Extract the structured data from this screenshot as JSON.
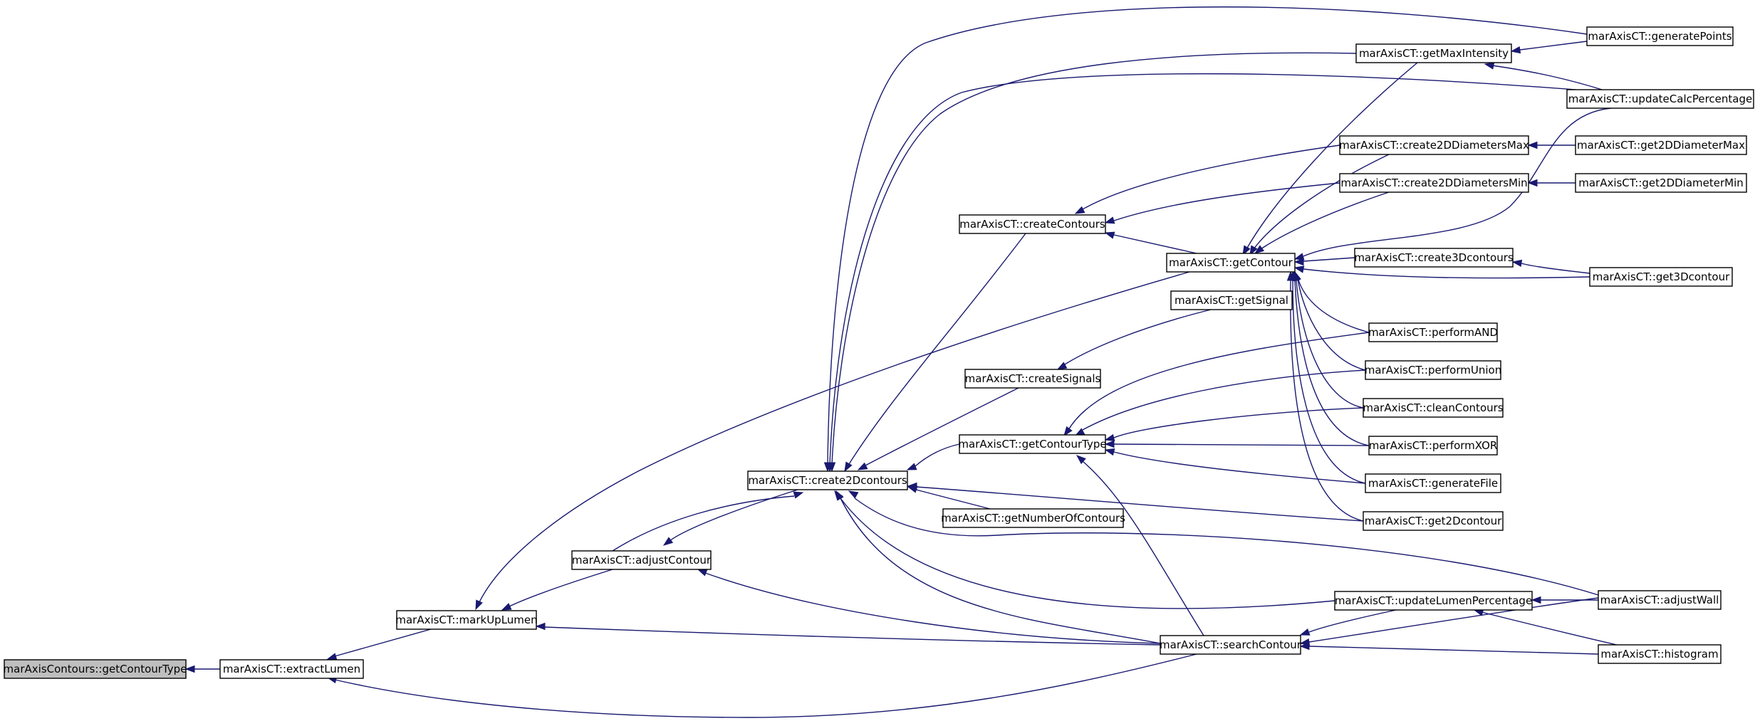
{
  "colors": {
    "edge": "#191970",
    "node_border": "#000000",
    "node_fill": "#ffffff",
    "root_fill": "#bfbfbf"
  },
  "nodes": [
    {
      "id": "root",
      "label": "marAxisContours::getContourType",
      "highlighted": true
    },
    {
      "id": "extractLumen",
      "label": "marAxisCT::extractLumen"
    },
    {
      "id": "markUpLumen",
      "label": "marAxisCT::markUpLumen"
    },
    {
      "id": "adjustContour",
      "label": "marAxisCT::adjustContour"
    },
    {
      "id": "create2Dcontours",
      "label": "marAxisCT::create2Dcontours"
    },
    {
      "id": "createContours",
      "label": "marAxisCT::createContours"
    },
    {
      "id": "createSignals",
      "label": "marAxisCT::createSignals"
    },
    {
      "id": "getContourType",
      "label": "marAxisCT::getContourType"
    },
    {
      "id": "getNumberOfContours",
      "label": "marAxisCT::getNumberOfContours"
    },
    {
      "id": "getContour",
      "label": "marAxisCT::getContour"
    },
    {
      "id": "getSignal",
      "label": "marAxisCT::getSignal"
    },
    {
      "id": "searchContour",
      "label": "marAxisCT::searchContour"
    },
    {
      "id": "getMaxIntensity",
      "label": "marAxisCT::getMaxIntensity"
    },
    {
      "id": "create2DDiametersMax",
      "label": "marAxisCT::create2DDiametersMax"
    },
    {
      "id": "create2DDiametersMin",
      "label": "marAxisCT::create2DDiametersMin"
    },
    {
      "id": "create3Dcontours",
      "label": "marAxisCT::create3Dcontours"
    },
    {
      "id": "performAND",
      "label": "marAxisCT::performAND"
    },
    {
      "id": "performUnion",
      "label": "marAxisCT::performUnion"
    },
    {
      "id": "cleanContours",
      "label": "marAxisCT::cleanContours"
    },
    {
      "id": "performXOR",
      "label": "marAxisCT::performXOR"
    },
    {
      "id": "generateFile",
      "label": "marAxisCT::generateFile"
    },
    {
      "id": "get2Dcontour",
      "label": "marAxisCT::get2Dcontour"
    },
    {
      "id": "updateLumenPercentage",
      "label": "marAxisCT::updateLumenPercentage"
    },
    {
      "id": "generatePoints",
      "label": "marAxisCT::generatePoints"
    },
    {
      "id": "updateCalcPercentage",
      "label": "marAxisCT::updateCalcPercentage"
    },
    {
      "id": "get2DDiameterMax",
      "label": "marAxisCT::get2DDiameterMax"
    },
    {
      "id": "get2DDiameterMin",
      "label": "marAxisCT::get2DDiameterMin"
    },
    {
      "id": "get3Dcontour",
      "label": "marAxisCT::get3Dcontour"
    },
    {
      "id": "adjustWall",
      "label": "marAxisCT::adjustWall"
    },
    {
      "id": "histogram",
      "label": "marAxisCT::histogram"
    }
  ],
  "edges": [
    {
      "from": "extractLumen",
      "to": "root"
    },
    {
      "from": "markUpLumen",
      "to": "extractLumen"
    },
    {
      "from": "searchContour",
      "to": "extractLumen"
    },
    {
      "from": "adjustContour",
      "to": "markUpLumen"
    },
    {
      "from": "getContour",
      "to": "markUpLumen"
    },
    {
      "from": "searchContour",
      "to": "markUpLumen"
    },
    {
      "from": "create2Dcontours",
      "to": "adjustContour"
    },
    {
      "from": "searchContour",
      "to": "adjustContour"
    },
    {
      "from": "adjustContour",
      "to": "create2Dcontours"
    },
    {
      "from": "createContours",
      "to": "create2Dcontours"
    },
    {
      "from": "createSignals",
      "to": "create2Dcontours"
    },
    {
      "from": "getContourType",
      "to": "create2Dcontours"
    },
    {
      "from": "getNumberOfContours",
      "to": "create2Dcontours"
    },
    {
      "from": "get2Dcontour",
      "to": "create2Dcontours"
    },
    {
      "from": "updateLumenPercentage",
      "to": "create2Dcontours"
    },
    {
      "from": "adjustWall",
      "to": "create2Dcontours"
    },
    {
      "from": "searchContour",
      "to": "create2Dcontours"
    },
    {
      "from": "generatePoints",
      "to": "create2Dcontours"
    },
    {
      "from": "updateCalcPercentage",
      "to": "create2Dcontours"
    },
    {
      "from": "getMaxIntensity",
      "to": "create2Dcontours"
    },
    {
      "from": "getContour",
      "to": "createContours"
    },
    {
      "from": "create2DDiametersMax",
      "to": "createContours"
    },
    {
      "from": "create2DDiametersMin",
      "to": "createContours"
    },
    {
      "from": "getSignal",
      "to": "createSignals"
    },
    {
      "from": "performAND",
      "to": "getContourType"
    },
    {
      "from": "performUnion",
      "to": "getContourType"
    },
    {
      "from": "cleanContours",
      "to": "getContourType"
    },
    {
      "from": "performXOR",
      "to": "getContourType"
    },
    {
      "from": "generateFile",
      "to": "getContourType"
    },
    {
      "from": "searchContour",
      "to": "getContourType"
    },
    {
      "from": "getMaxIntensity",
      "to": "getContour"
    },
    {
      "from": "create2DDiametersMax",
      "to": "getContour"
    },
    {
      "from": "create2DDiametersMin",
      "to": "getContour"
    },
    {
      "from": "create3Dcontours",
      "to": "getContour"
    },
    {
      "from": "get3Dcontour",
      "to": "getContour"
    },
    {
      "from": "performAND",
      "to": "getContour"
    },
    {
      "from": "performUnion",
      "to": "getContour"
    },
    {
      "from": "cleanContours",
      "to": "getContour"
    },
    {
      "from": "performXOR",
      "to": "getContour"
    },
    {
      "from": "generateFile",
      "to": "getContour"
    },
    {
      "from": "get2Dcontour",
      "to": "getContour"
    },
    {
      "from": "updateCalcPercentage",
      "to": "getContour"
    },
    {
      "from": "updateLumenPercentage",
      "to": "searchContour"
    },
    {
      "from": "adjustWall",
      "to": "searchContour"
    },
    {
      "from": "histogram",
      "to": "searchContour"
    },
    {
      "from": "generatePoints",
      "to": "getMaxIntensity"
    },
    {
      "from": "updateCalcPercentage",
      "to": "getMaxIntensity"
    },
    {
      "from": "get2DDiameterMax",
      "to": "create2DDiametersMax"
    },
    {
      "from": "get2DDiameterMin",
      "to": "create2DDiametersMin"
    },
    {
      "from": "get3Dcontour",
      "to": "create3Dcontours"
    },
    {
      "from": "adjustWall",
      "to": "updateLumenPercentage"
    },
    {
      "from": "histogram",
      "to": "updateLumenPercentage"
    }
  ]
}
